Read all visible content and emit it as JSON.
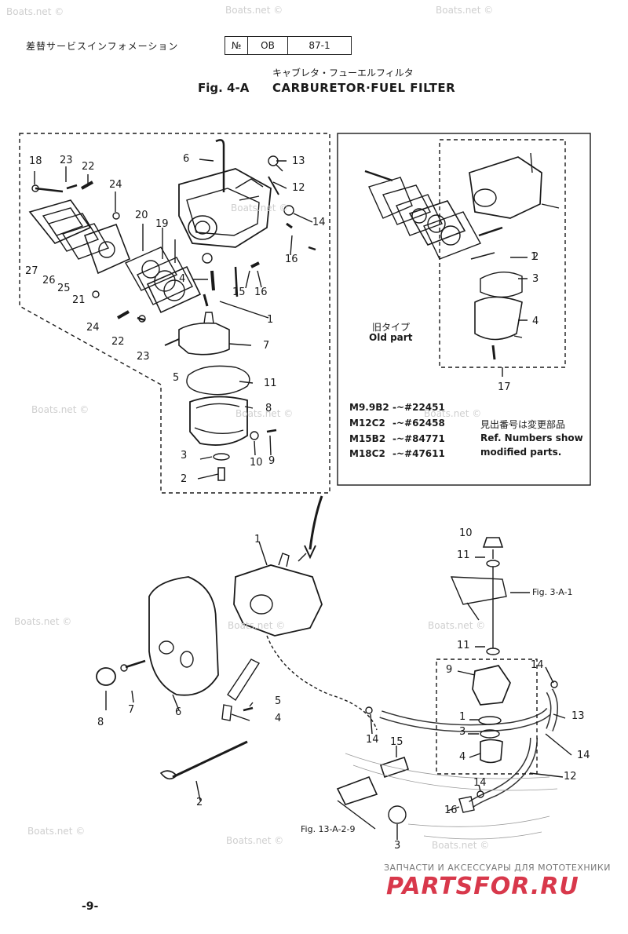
{
  "header": {
    "jp_title": "差替サービスインフォメーション",
    "ref_no_label": "№",
    "ref_series": "OB",
    "ref_number": "87-1"
  },
  "figure": {
    "title_jp": "キャブレタ・フューエルフィルタ",
    "number": "Fig. 4-A",
    "title": "CARBURETOR·FUEL FILTER"
  },
  "watermark": "Boats.net ©",
  "old_part": {
    "jp": "旧タイプ",
    "en": "Old part"
  },
  "serials": [
    {
      "model": "M9.9B2",
      "range": "-~#22451"
    },
    {
      "model": "M12C2",
      "range": "-~#62458"
    },
    {
      "model": "M15B2",
      "range": "-~#84771"
    },
    {
      "model": "M18C2",
      "range": "-~#47611"
    }
  ],
  "ref_note": {
    "jp": "見出番号は変更部品",
    "line1": "Ref. Numbers show",
    "line2": "modified parts."
  },
  "cross_refs": {
    "fig_3a1": "Fig. 3-A-1",
    "fig_13a29": "Fig. 13-A-2-9"
  },
  "callouts": {
    "upper_left": [
      "18",
      "23",
      "22",
      "24",
      "20",
      "19",
      "27",
      "26",
      "25",
      "21",
      "24",
      "22",
      "23",
      "6",
      "13",
      "12",
      "14",
      "16",
      "4",
      "15",
      "16",
      "1",
      "7",
      "5",
      "11",
      "8",
      "3",
      "10",
      "9",
      "2"
    ],
    "upper_right": [
      "1",
      "2",
      "3",
      "4",
      "17"
    ],
    "lower": [
      "1",
      "7",
      "8",
      "6",
      "5",
      "4",
      "2",
      "10",
      "11",
      "11",
      "9",
      "14",
      "13",
      "1",
      "3",
      "4",
      "14",
      "15",
      "14",
      "12",
      "16",
      "14",
      "3"
    ]
  },
  "footer": {
    "ru_text": "ЗАПЧАСТИ И АКСЕССУАРЫ ДЛЯ МОТОТЕХНИКИ",
    "logo": "PARTSFOR.RU",
    "page": "-9-"
  },
  "colors": {
    "ink": "#1a1a1a",
    "logo_red": "#d8384b",
    "watermark": "#cfcfcf"
  }
}
